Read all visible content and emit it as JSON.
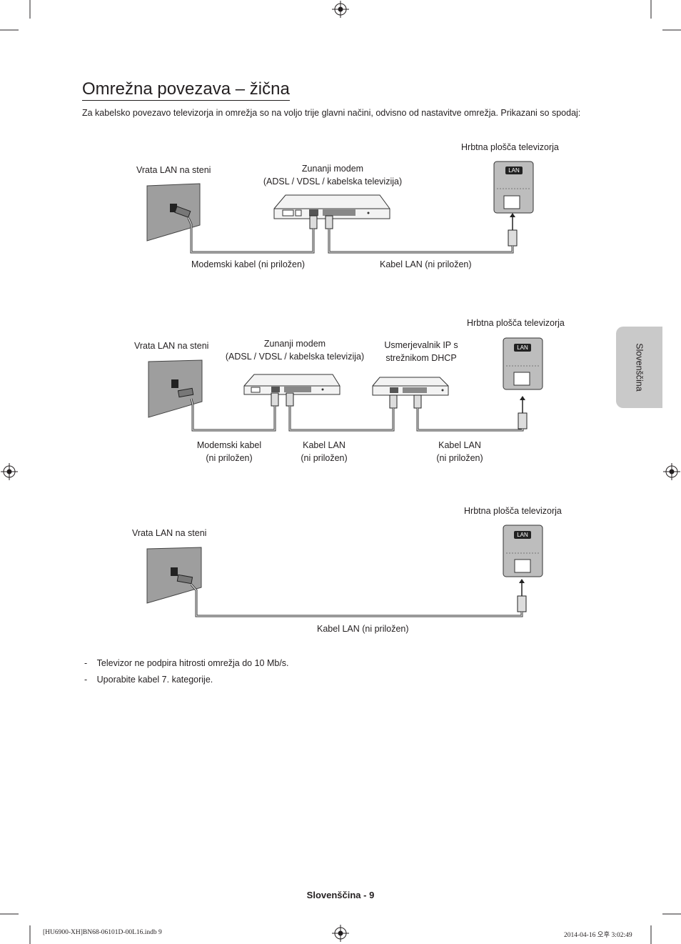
{
  "title": "Omrežna povezava – žična",
  "intro": "Za kabelsko povezavo televizorja in omrežja so na voljo trije glavni načini, odvisno od nastavitve omrežja. Prikazani so spodaj:",
  "side_tab": "Slovenščina",
  "diagram1": {
    "wall": "Vrata LAN na steni",
    "modem_line1": "Zunanji modem",
    "modem_line2": "(ADSL / VDSL / kabelska televizija)",
    "tv": "Hrbtna plošča televizorja",
    "tv_port": "LAN",
    "cable_modem": "Modemski kabel (ni priložen)",
    "cable_lan": "Kabel LAN (ni priložen)"
  },
  "diagram2": {
    "wall": "Vrata LAN na steni",
    "modem_line1": "Zunanji modem",
    "modem_line2": "(ADSL / VDSL / kabelska televizija)",
    "router_line1": "Usmerjevalnik IP s",
    "router_line2": "strežnikom DHCP",
    "tv": "Hrbtna plošča televizorja",
    "tv_port": "LAN",
    "cable_modem_line1": "Modemski kabel",
    "cable_modem_line2": "(ni priložen)",
    "cable_lan1_line1": "Kabel LAN",
    "cable_lan1_line2": "(ni priložen)",
    "cable_lan2_line1": "Kabel LAN",
    "cable_lan2_line2": "(ni priložen)"
  },
  "diagram3": {
    "wall": "Vrata LAN na steni",
    "tv": "Hrbtna plošča televizorja",
    "tv_port": "LAN",
    "cable_lan": "Kabel LAN (ni priložen)"
  },
  "notes": [
    "Televizor ne podpira hitrosti omrežja do 10 Mb/s.",
    "Uporabite kabel 7. kategorije."
  ],
  "note_dash": "-",
  "footer": "Slovenščina - 9",
  "print_left": "[HU6900-XH]BN68-06101D-00L16.indb   9",
  "print_right": "2014-04-16   오후 3:02:49"
}
